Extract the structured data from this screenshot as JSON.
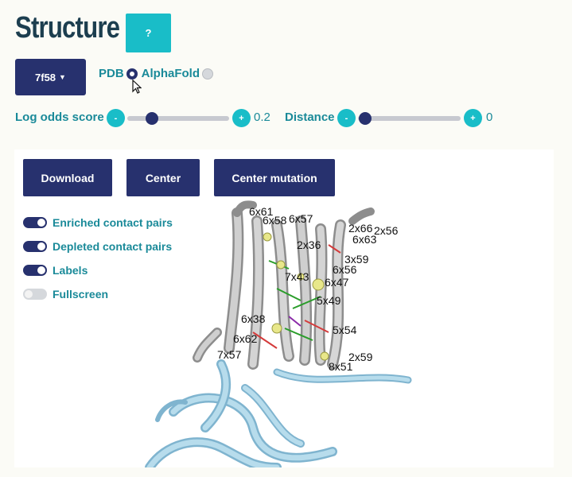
{
  "header": {
    "title": "Structure",
    "help_label": "?"
  },
  "pdb_select": {
    "value": "7f58"
  },
  "source": {
    "pdb_label": "PDB",
    "alphafold_label": "AlphaFold",
    "selected": "PDB"
  },
  "log_odds": {
    "label": "Log odds score",
    "minus": "-",
    "plus": "+",
    "value": "0.2",
    "level": 0.2
  },
  "distance": {
    "label": "Distance",
    "minus": "-",
    "plus": "+",
    "value": "0",
    "level": 0.05
  },
  "actions": {
    "download": "Download",
    "center": "Center",
    "center_mutation": "Center mutation"
  },
  "toggles": [
    {
      "label": "Enriched contact pairs",
      "on": true
    },
    {
      "label": "Depleted contact pairs",
      "on": true
    },
    {
      "label": "Labels",
      "on": true
    },
    {
      "label": "Fullscreen",
      "on": false
    }
  ],
  "viewer": {
    "labels": [
      "6x61",
      "6x58",
      "6x57",
      "2x66",
      "2x56",
      "6x63",
      "3x59",
      "2x36",
      "6x56",
      "7x43",
      "6x47",
      "5x49",
      "6x38",
      "6x62",
      "5x54",
      "7x57",
      "2x59",
      "8x51"
    ]
  },
  "colors": {
    "navy": "#27316e",
    "teal": "#19bdc8",
    "teal_text": "#1a8a99",
    "helix_gray": "#b9b9b9",
    "helix_blue": "#8fc3dc"
  }
}
